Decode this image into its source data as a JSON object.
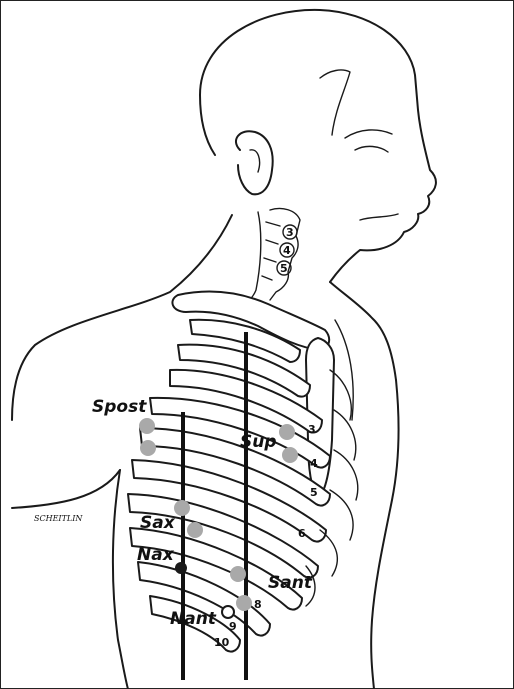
{
  "labels": {
    "spost": "Spost",
    "sup": "Sup",
    "sax": "Sax",
    "nax": "Nax",
    "sant": "Sant",
    "nant": "Nant"
  },
  "rib_numbers": {
    "r3_front": "3",
    "r4_front": "4",
    "r5_front": "5",
    "r6_front": "6",
    "r8_low": "8",
    "r9_low": "9",
    "r10_low": "10",
    "c3": "3",
    "c4": "4",
    "c5": "5"
  },
  "signature": "SCHEITLIN",
  "colors": {
    "line": "#1a1a1a",
    "marker": "#a9a9a9"
  }
}
